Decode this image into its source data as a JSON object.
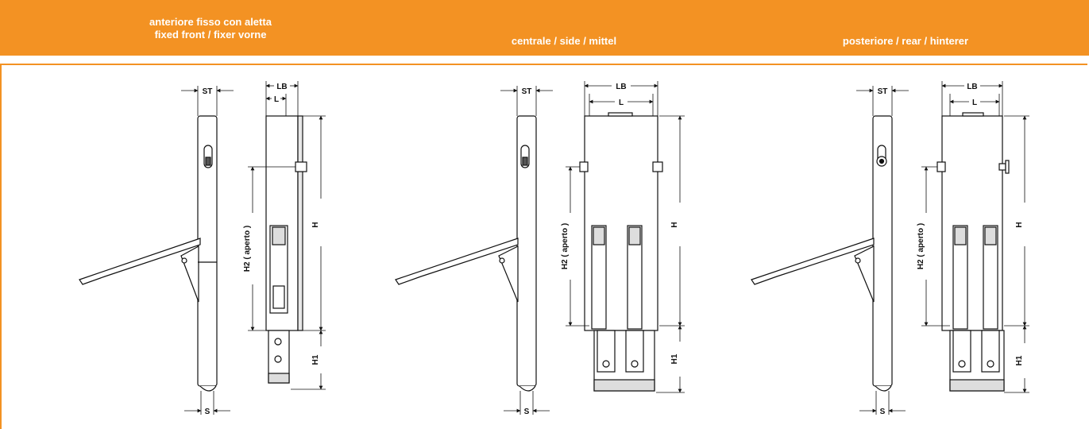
{
  "header": {
    "columns": [
      {
        "line1": "anteriore fisso con aletta",
        "line2": "fixed front / fixer vorne"
      },
      {
        "line1": "",
        "line2": "centrale / side / mittel"
      },
      {
        "line1": "",
        "line2": "posteriore / rear / hinterer"
      }
    ],
    "color": "#f39223"
  },
  "labels": {
    "st": "ST",
    "lb": "LB",
    "l": "L",
    "h": "H",
    "h1": "H1",
    "h2": "H2 ( aperto )",
    "s": "S"
  }
}
